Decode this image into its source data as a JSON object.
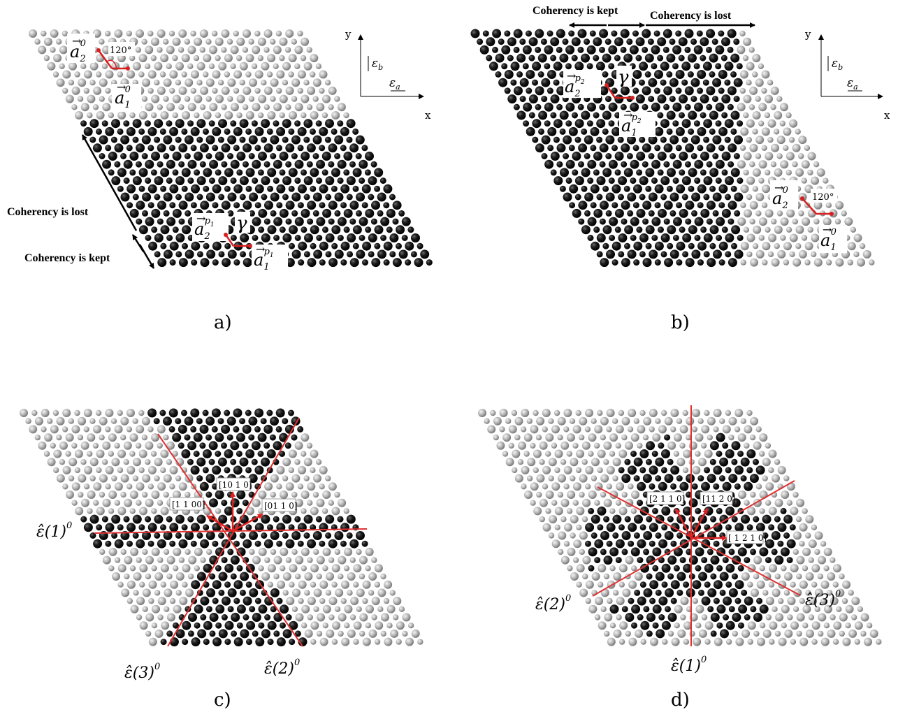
{
  "panels": [
    {
      "caption": "a)",
      "coherency_lost": "Coherency is lost",
      "coherency_kept": "Coherency is kept",
      "a2_0": "a",
      "a2_0_sub": "2",
      "a2_0_sup": "0",
      "a1_0": "a",
      "a1_0_sub": "1",
      "a1_0_sup": "0",
      "angle": "120°",
      "a2_p": "a",
      "a2_p_sub": "2",
      "a2_p_sup": "p",
      "a2_p_supsub": "1",
      "a1_p": "a",
      "a1_p_sub": "1",
      "a1_p_sup": "p",
      "a1_p_supsub": "1",
      "gamma": "γ",
      "axis_x": "x",
      "axis_y": "y",
      "eps_a": "ε",
      "eps_a_sub": "a",
      "eps_b": "ε",
      "eps_b_sub": "b"
    },
    {
      "caption": "b)",
      "coherency_kept": "Coherency is kept",
      "coherency_lost": "Coherency is lost",
      "a2_p": "a",
      "a2_p_sub": "2",
      "a2_p_sup": "p",
      "a2_p_supsub": "2",
      "a1_p": "a",
      "a1_p_sub": "1",
      "a1_p_sup": "p",
      "a1_p_supsub": "2",
      "gamma": "γ",
      "a2_0": "a",
      "a2_0_sub": "2",
      "a2_0_sup": "0",
      "a1_0": "a",
      "a1_0_sub": "1",
      "a1_0_sup": "0",
      "angle": "120°",
      "axis_x": "x",
      "axis_y": "y",
      "eps_a": "ε",
      "eps_a_sub": "a",
      "eps_b": "ε",
      "eps_b_sub": "b"
    },
    {
      "caption": "c)",
      "dir1": "[10 1 0]",
      "dir2": "[1 1 00]",
      "dir3": "[01 1 0]",
      "eps1": "ε̂(1)",
      "eps1_sup": "0",
      "eps2": "ε̂(2)",
      "eps2_sup": "0",
      "eps3": "ε̂(3)",
      "eps3_sup": "0"
    },
    {
      "caption": "d)",
      "dir1": "[2 1 1 0]",
      "dir2": "[11 2 0]",
      "dir3": "[ 1 2 1 0]",
      "eps1": "ε̂(1)",
      "eps1_sup": "0",
      "eps2": "ε̂(2)",
      "eps2_sup": "0",
      "eps3": "ε̂(3)",
      "eps3_sup": "0"
    }
  ],
  "colors": {
    "matrix_atom": "#b4b4b4",
    "precipitate_atom": "#151515",
    "vector": "#d62020",
    "line": "#e03030"
  }
}
